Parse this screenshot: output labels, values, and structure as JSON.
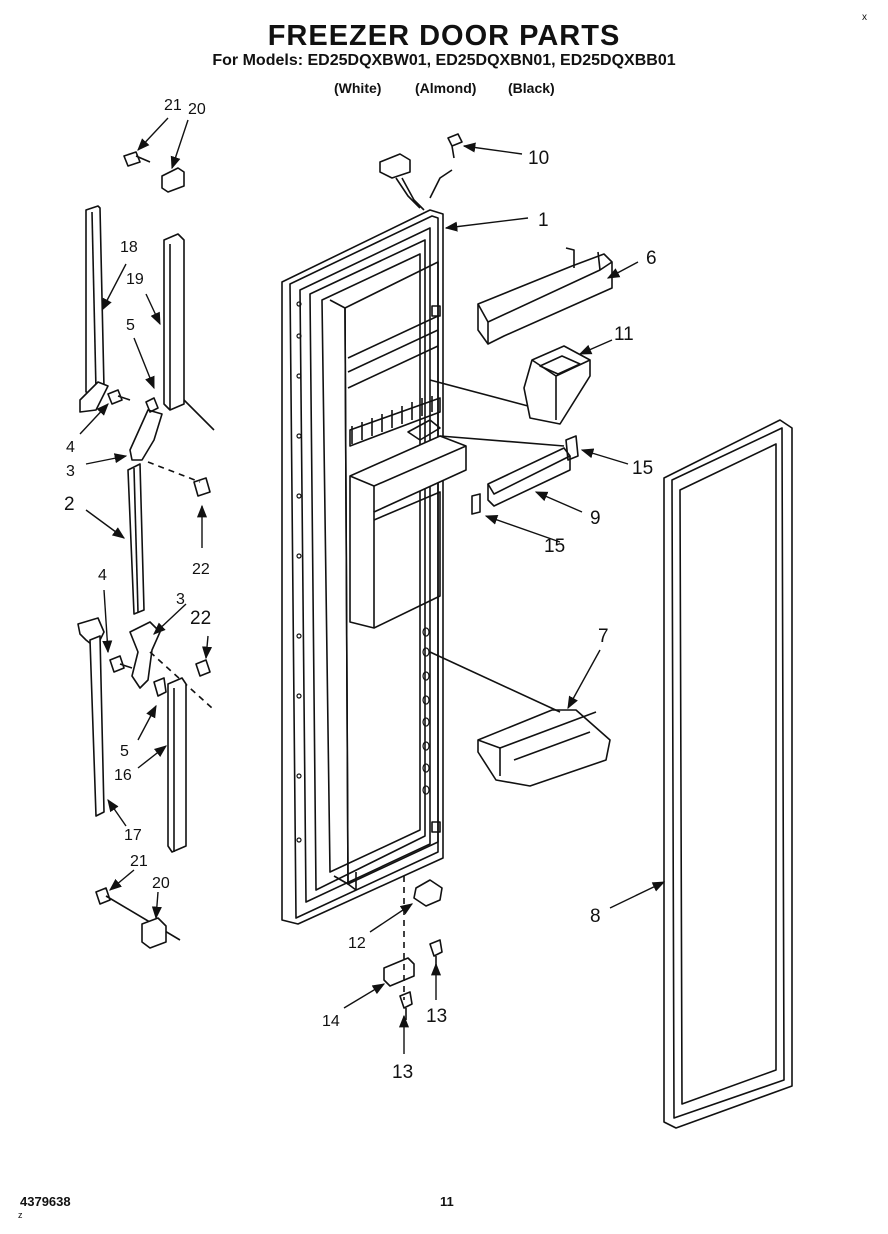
{
  "header": {
    "title": "FREEZER DOOR PARTS",
    "models_line": "For Models: ED25DQXBW01, ED25DQXBN01, ED25DQXBB01",
    "finishes": [
      "(White)",
      "(Almond)",
      "(Black)"
    ]
  },
  "callouts": [
    "1",
    "2",
    "3",
    "3",
    "4",
    "4",
    "5",
    "5",
    "6",
    "7",
    "8",
    "9",
    "10",
    "11",
    "12",
    "13",
    "13",
    "14",
    "15",
    "15",
    "16",
    "17",
    "18",
    "19",
    "20",
    "20",
    "21",
    "21",
    "22",
    "22"
  ],
  "footer": {
    "doc_number": "4379638",
    "page_number": "11"
  },
  "marks": {
    "corner": "x",
    "tick": "z"
  }
}
